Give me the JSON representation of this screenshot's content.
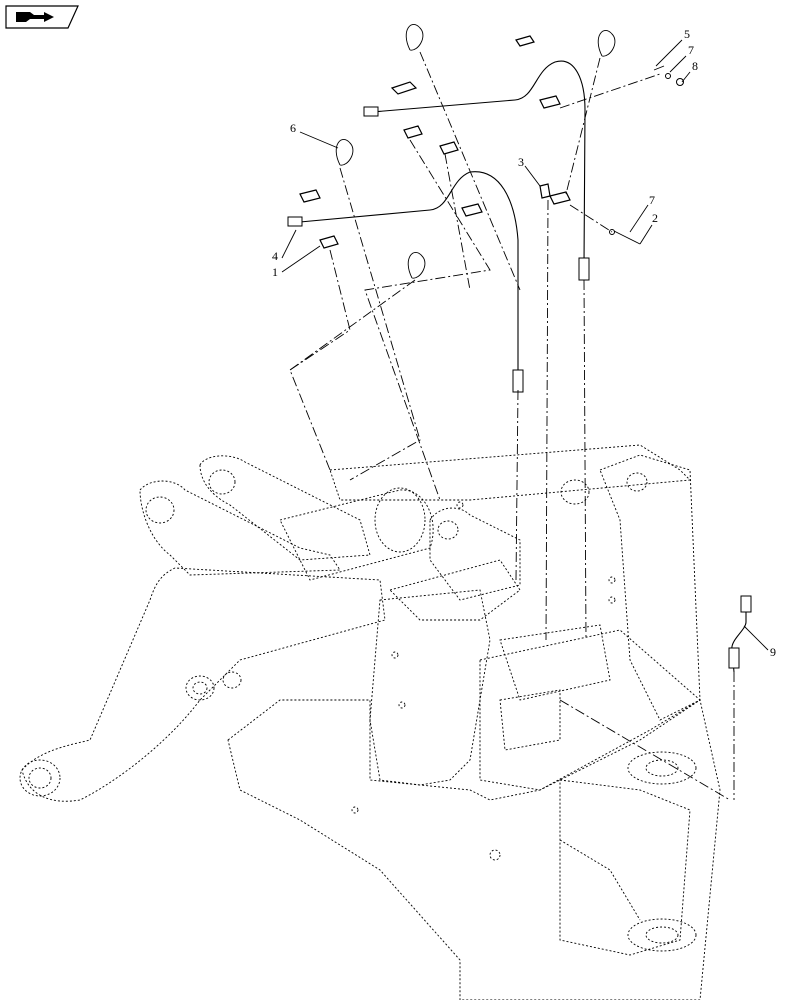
{
  "nav_icon": "return-arrow-icon",
  "callouts": [
    {
      "id": "c5",
      "text": "5"
    },
    {
      "id": "c7a",
      "text": "7"
    },
    {
      "id": "c8",
      "text": "8"
    },
    {
      "id": "c6",
      "text": "6"
    },
    {
      "id": "c3",
      "text": "3"
    },
    {
      "id": "c7b",
      "text": "7"
    },
    {
      "id": "c2",
      "text": "2"
    },
    {
      "id": "c4",
      "text": "4"
    },
    {
      "id": "c1",
      "text": "1"
    },
    {
      "id": "c9",
      "text": "9"
    }
  ]
}
